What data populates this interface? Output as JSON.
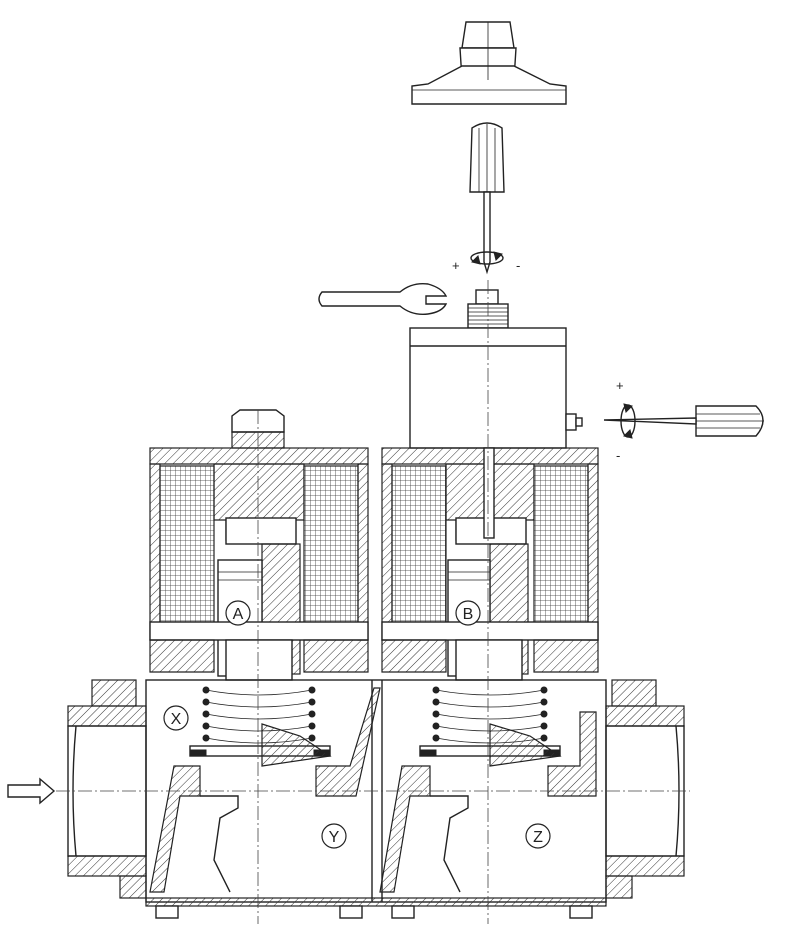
{
  "diagram": {
    "labels": {
      "a": "A",
      "b": "B",
      "x": "X",
      "y": "Y",
      "z": "Z"
    },
    "adjust_signs": {
      "top_plus": "+",
      "top_minus": "-",
      "side_plus": "+",
      "side_minus": "-"
    }
  }
}
